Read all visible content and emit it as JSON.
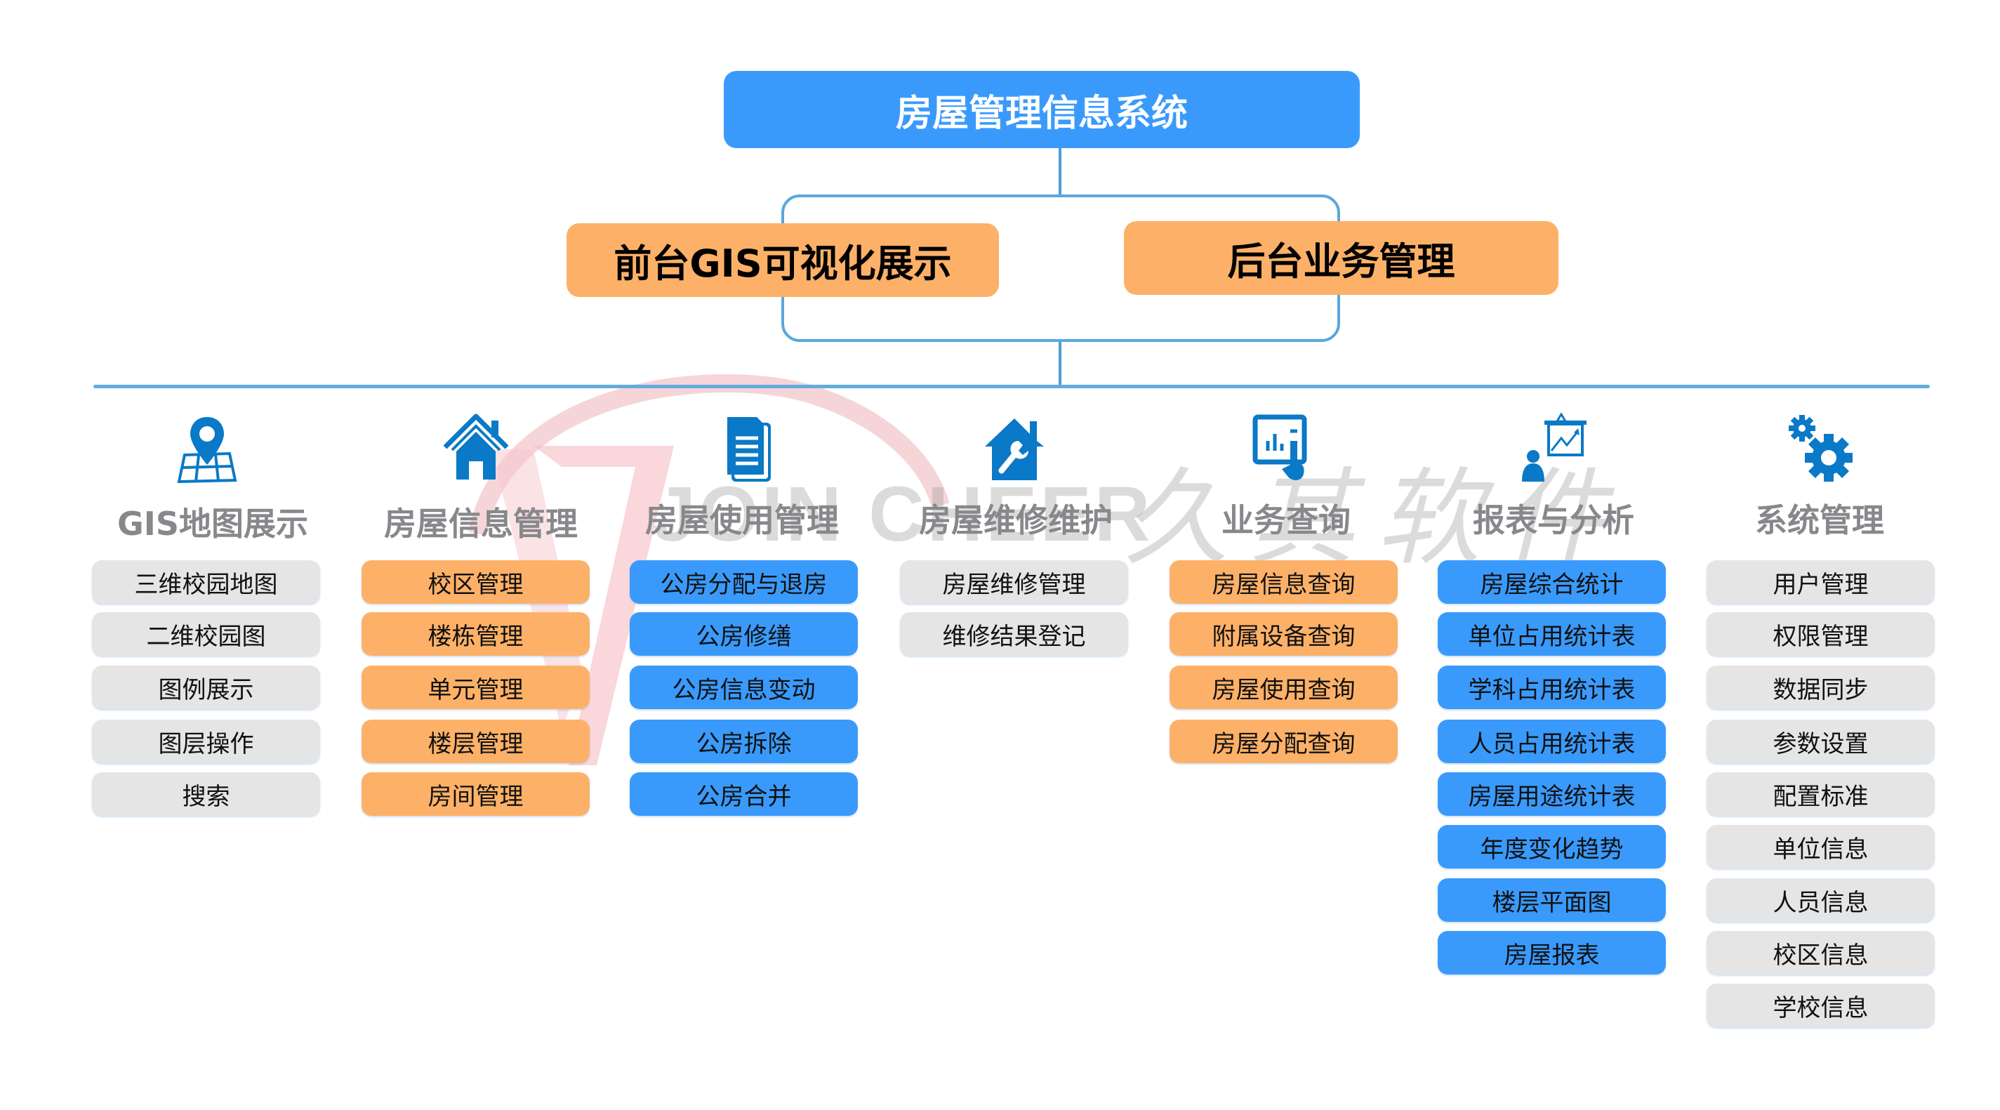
{
  "root": {
    "title": "房屋管理信息系统"
  },
  "level2": [
    {
      "label": "前台GIS可视化展示"
    },
    {
      "label": "后台业务管理"
    }
  ],
  "colors": {
    "blue": "#3a9afb",
    "orange": "#fdb168",
    "gray": "#e5e5e5",
    "connector": "#5aa8dc",
    "icon": "#0a79c7",
    "heading": "#88888c"
  },
  "watermark": {
    "latin": "JOIN CHEER",
    "chinese": "久其软件"
  },
  "modules": [
    {
      "title": "GIS地图展示",
      "icon": "map-pin-grid-icon",
      "color": "gray",
      "items": [
        "三维校园地图",
        "二维校园图",
        "图例展示",
        "图层操作",
        "搜索"
      ]
    },
    {
      "title": "房屋信息管理",
      "icon": "house-icon",
      "color": "orange",
      "items": [
        "校区管理",
        "楼栋管理",
        "单元管理",
        "楼层管理",
        "房间管理"
      ]
    },
    {
      "title": "房屋使用管理",
      "icon": "document-icon",
      "color": "blue",
      "items": [
        "公房分配与退房",
        "公房修缮",
        "公房信息变动",
        "公房拆除",
        "公房合并"
      ]
    },
    {
      "title": "房屋维修维护",
      "icon": "house-wrench-icon",
      "color": "gray",
      "items": [
        "房屋维修管理",
        "维修结果登记"
      ]
    },
    {
      "title": "业务查询",
      "icon": "monitor-chart-touch-icon",
      "color": "orange",
      "items": [
        "房屋信息查询",
        "附属设备查询",
        "房屋使用查询",
        "房屋分配查询"
      ]
    },
    {
      "title": "报表与分析",
      "icon": "presenter-chart-icon",
      "color": "blue",
      "items": [
        "房屋综合统计",
        "单位占用统计表",
        "学科占用统计表",
        "人员占用统计表",
        "房屋用途统计表",
        "年度变化趋势",
        "楼层平面图",
        "房屋报表"
      ]
    },
    {
      "title": "系统管理",
      "icon": "gears-icon",
      "color": "gray",
      "items": [
        "用户管理",
        "权限管理",
        "数据同步",
        "参数设置",
        "配置标准",
        "单位信息",
        "人员信息",
        "校区信息",
        "学校信息"
      ]
    }
  ]
}
